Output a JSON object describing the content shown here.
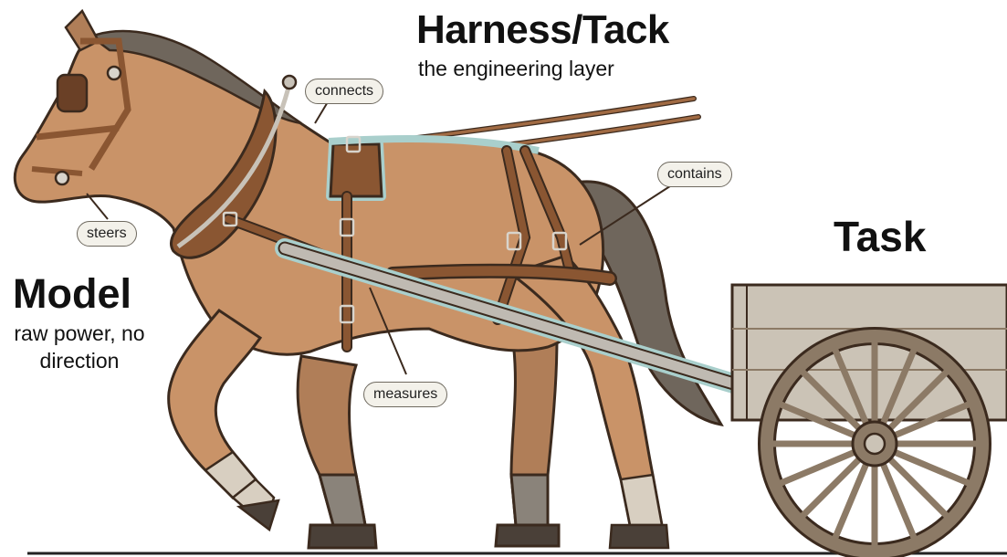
{
  "title": "Harness/Tack",
  "subtitle": "the engineering layer",
  "task_label": "Task",
  "model": {
    "label": "Model",
    "description": "raw power, no direction"
  },
  "callouts": {
    "connects": "connects",
    "contains": "contains",
    "steers": "steers",
    "measures": "measures"
  },
  "colors": {
    "horse_coat": "#c99368",
    "horse_outline": "#3b2a1e",
    "mane_tail": "#6f665c",
    "leather": "#8a5632",
    "harness_glow": "#a9cfcc",
    "shaft": "#bfbab2",
    "cart_wood": "#cbc3b6",
    "wheel_wood": "#8c7a66"
  }
}
